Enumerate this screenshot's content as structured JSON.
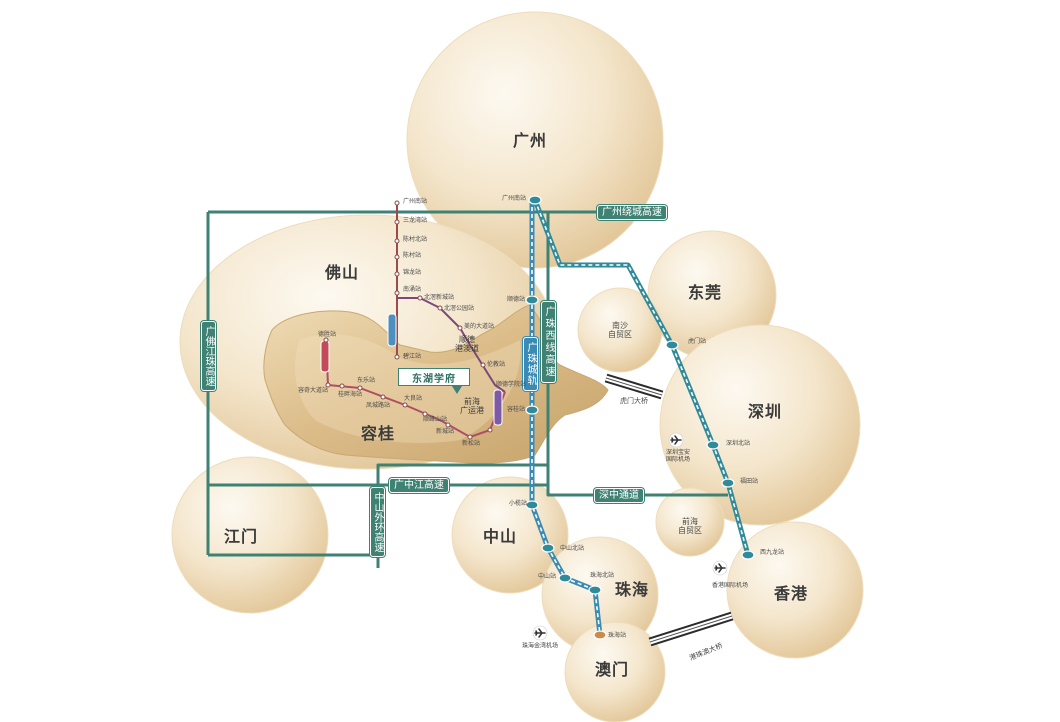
{
  "cities": {
    "guangzhou": "广州",
    "foshan": "佛山",
    "dongguan": "东莞",
    "shenzhen": "深圳",
    "ronggui": "容桂",
    "jiangmen": "江门",
    "zhongshan": "中山",
    "zhuhai": "珠海",
    "hongkong": "香港",
    "macau": "澳门"
  },
  "roads": {
    "guangzhou_ring": "广州绕城高速",
    "guangfo_jiangzhu": "广佛江珠高速",
    "guangzhu_west": "广珠西线高速",
    "guangzhu_rail": "广珠城轨",
    "guangzhongjiang": "广中江高速",
    "zhongshan_ring": "中山外环高速",
    "shenzhong": "深中通道"
  },
  "zones": {
    "nansha": "南沙\n自贸区",
    "qianhai": "前海\n自贸区"
  },
  "bridges": {
    "humen": "虎门大桥",
    "hzm": "港珠澳大桥"
  },
  "airports": {
    "shenzhen": "深圳宝安\n国际机场",
    "hongkong": "香港国际机场",
    "zhuhai": "珠海金湾机场"
  },
  "ports": [
    "顺德\n港澳道",
    "前海\n广运港"
  ],
  "logo": {
    "text": "东湖学府"
  },
  "stations": [
    "广州南站",
    "顺德站",
    "容桂站",
    "小榄站",
    "中山北站",
    "中山站",
    "珠海北站",
    "珠海站",
    "虎门站",
    "深圳北站",
    "福田站",
    "西九龙站",
    "广州南站",
    "三龙湾站",
    "陈村北站",
    "陈村站",
    "锦龙站",
    "南涌站",
    "北滘新城站",
    "北滘公园站",
    "美的大道站",
    "伦教站",
    "顺德学院站",
    "碧江站",
    "德胜站",
    "容奇大道站",
    "东乐站",
    "桂畔海站",
    "凤城路站",
    "大良站",
    "顺峰山站",
    "新城站",
    "新松站"
  ],
  "colors": {
    "road": "#3f8274",
    "rail": "#3a8bb3",
    "bubble": "#f4e6cc",
    "land": "#d9b883"
  }
}
